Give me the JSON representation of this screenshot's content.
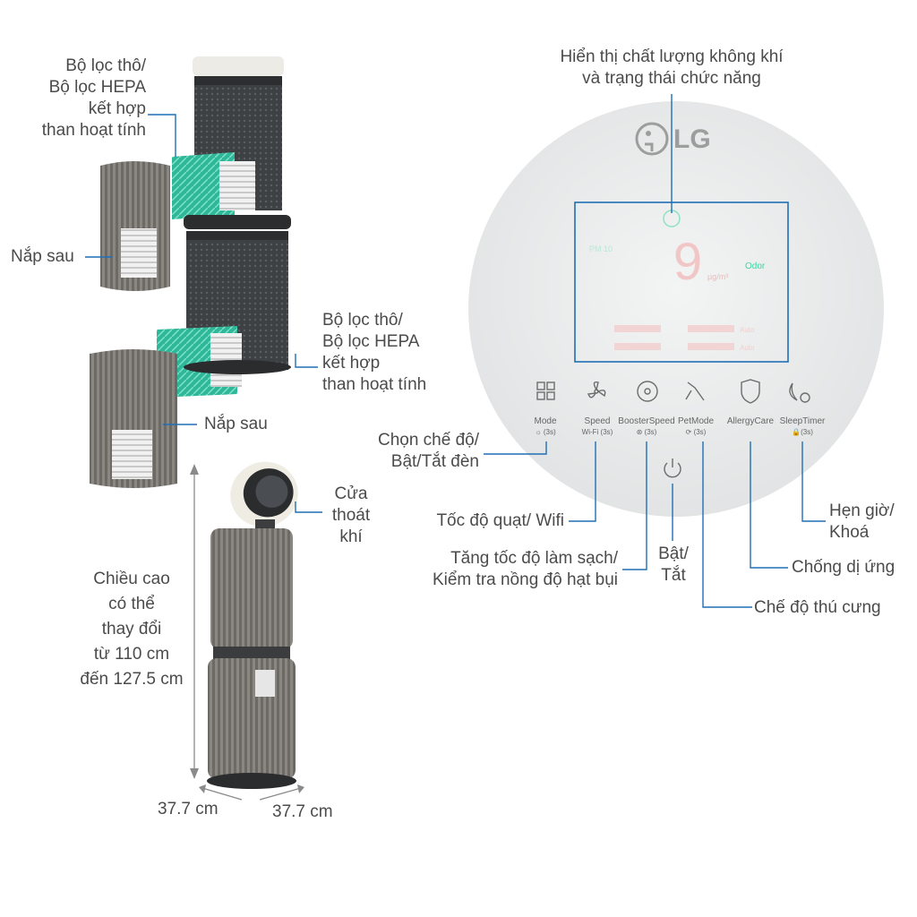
{
  "left_labels": {
    "filter_top": [
      "Bộ lọc thô/",
      "Bộ lọc HEPA",
      "kết hợp",
      "than hoạt tính"
    ],
    "back_cover_top": "Nắp sau",
    "filter_bottom": [
      "Bộ lọc thô/",
      "Bộ lọc HEPA",
      "kết hợp",
      "than hoạt tính"
    ],
    "back_cover_bottom": "Nắp sau",
    "air_outlet": [
      "Cửa",
      "thoát",
      "khí"
    ],
    "height": [
      "Chiều cao",
      "có thể",
      "thay đổi",
      "từ 110 cm",
      "đến 127.5 cm"
    ],
    "width_left": "37.7 cm",
    "width_right": "37.7 cm"
  },
  "panel": {
    "brand": "LG",
    "display_label": [
      "Hiển thị chất lượng không khí",
      "và trạng thái chức năng"
    ],
    "display_digit": "9",
    "display_unit": "µg/m³",
    "display_pm": "PM 10",
    "display_odor": "Odor",
    "display_auto1": "Auto",
    "display_auto2": "Auto",
    "buttons": [
      {
        "name": "Mode",
        "sub": "☼ (3s)"
      },
      {
        "name": "Speed",
        "sub": "Wi-Fi (3s)"
      },
      {
        "name": "BoosterSpeed",
        "sub": "⊛ (3s)"
      },
      {
        "name": "PetMode",
        "sub": "⟳ (3s)"
      },
      {
        "name": "AllergyCare",
        "sub": ""
      },
      {
        "name": "SleepTimer",
        "sub": "🔒(3s)"
      }
    ]
  },
  "right_labels": {
    "mode": [
      "Chọn chế độ/",
      "Bật/Tắt đèn"
    ],
    "speed": "Tốc độ quạt/ Wifi",
    "booster": [
      "Tăng tốc độ làm sạch/",
      "Kiểm tra nồng độ hạt bụi"
    ],
    "power": [
      "Bật/",
      "Tắt"
    ],
    "timer": [
      "Hẹn giờ/",
      "Khoá"
    ],
    "allergy": "Chống dị ứng",
    "pet": "Chế độ thú cưng"
  },
  "colors": {
    "leader": "#1f6fb5",
    "panel_bg": "#e9eaeb",
    "display_green": "#3dd6a0",
    "display_red": "#d24c4c",
    "body_dark": "#4c4f52"
  }
}
